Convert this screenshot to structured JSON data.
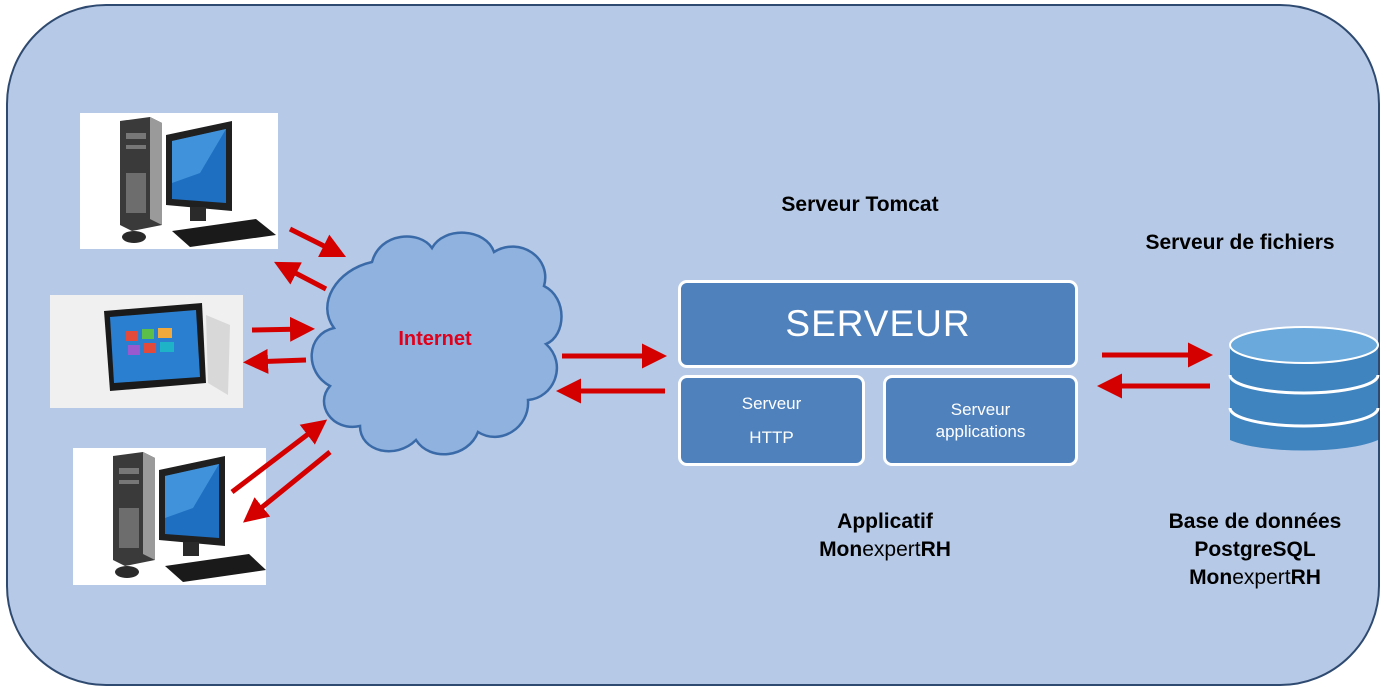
{
  "labels": {
    "tomcat": "Serveur Tomcat",
    "fichiers": "Serveur de fichiers",
    "internet": "Internet",
    "serveur": "SERVEUR",
    "http_line1": "Serveur",
    "http_line2": "HTTP",
    "app_line1": "Serveur",
    "app_line2": "applications",
    "applicatif": "Applicatif",
    "bdd_line1": "Base de données",
    "bdd_line2": "PostgreSQL",
    "brand_bold1": "Mon",
    "brand_normal": "expert",
    "brand_bold2": "RH"
  },
  "colors": {
    "background": "#b6c9e6",
    "border": "#2f4a70",
    "box": "#4f81bd",
    "cloud": "#8fb2df",
    "arrow": "#d40000",
    "internet_text": "#e0001b",
    "cylinder": "#4a8bc0"
  },
  "icons": [
    "desktop-computer-icon",
    "tablet-icon",
    "desktop-computer-icon",
    "cloud-icon",
    "database-cylinder-icon"
  ]
}
